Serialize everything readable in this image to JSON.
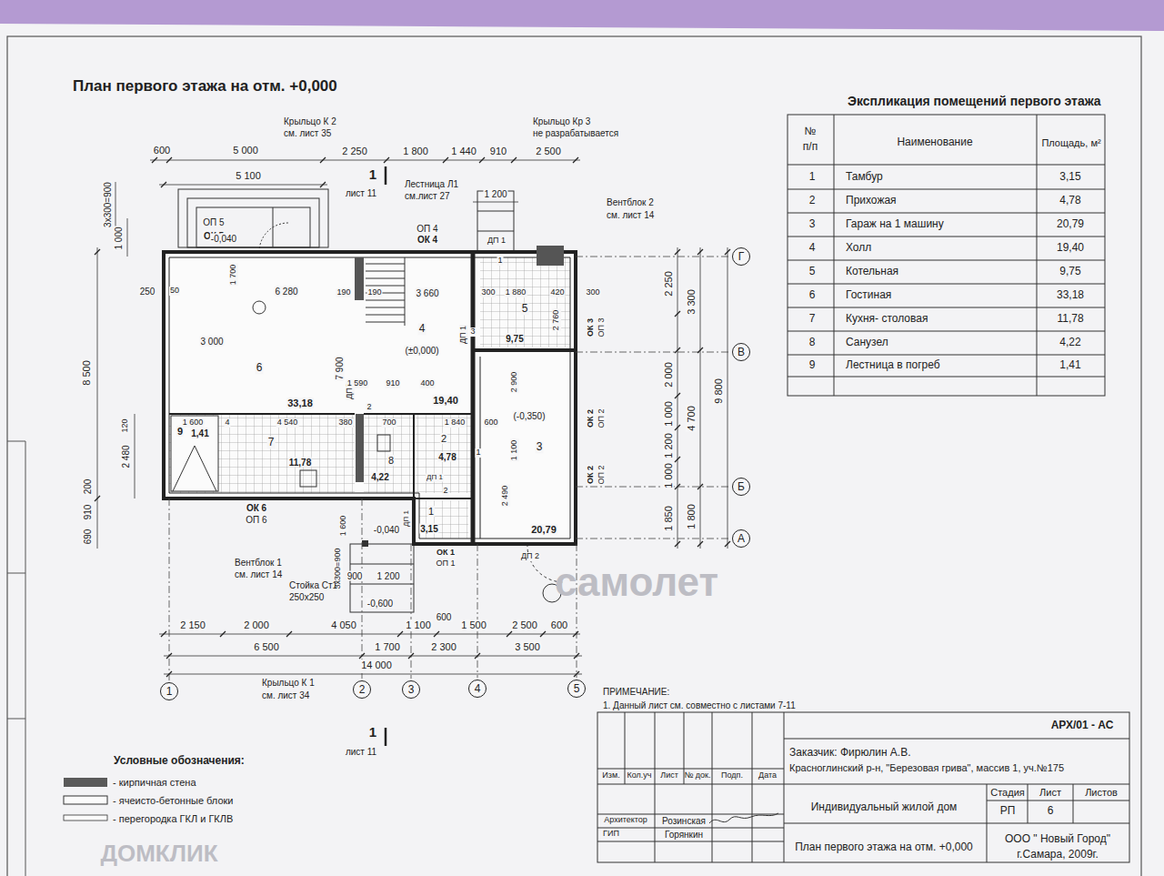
{
  "diagram": {
    "title": "План первого этажа на отм. +0,000",
    "nodes": [
      {
        "text": [
          "Г"
        ]
      },
      {
        "text": [
          "В"
        ]
      },
      {
        "text": [
          "Б"
        ]
      },
      {
        "text": [
          "А"
        ]
      },
      {
        "text": [
          "1"
        ]
      },
      {
        "text": [
          "2"
        ]
      },
      {
        "text": [
          "3"
        ]
      },
      {
        "text": [
          "4"
        ]
      },
      {
        "text": [
          "5"
        ]
      }
    ],
    "labels": [
      "Экспликация помещений первого этажа",
      "№",
      "п/п",
      "Наименование",
      "Площадь, м²",
      "1",
      "Тамбур",
      "3,15",
      "2",
      "Прихожая",
      "4,78",
      "3",
      "Гараж на 1 машину",
      "20,79",
      "4",
      "Холл",
      "19,40",
      "5",
      "Котельная",
      "9,75",
      "6",
      "Гостиная",
      "33,18",
      "7",
      "Кухня- столовая",
      "11,78",
      "8",
      "Санузел",
      "4,22",
      "9",
      "Лестница в погреб",
      "1,41",
      "Крыльцо К 2",
      "см. лист 35",
      "Крыльцо Кр 3",
      "не разрабатывается",
      "1",
      "лист 11",
      "Лестница Л1",
      "см.лист 27",
      "Вентблок 2",
      "см. лист 14",
      "600",
      "5 000",
      "2 250",
      "1 800",
      "1 440",
      "910",
      "2 500",
      "5 100",
      "1 200",
      "3x300=900",
      "1 000",
      "8 500",
      "2 480",
      "120",
      "200",
      "910",
      "690",
      "2 250",
      "3 300",
      "2 000",
      "1 000",
      "1 200",
      "1 000",
      "4 700",
      "9 800",
      "1 850",
      "1 800",
      "2 150",
      "2 000",
      "4 050",
      "1 100",
      "1 500",
      "2 500",
      "600",
      "6 500",
      "1 700",
      "2 300",
      "3 500",
      "14 000",
      "ОП 5",
      "ОК 5",
      "ОП 4",
      "ОК 4",
      "ДП 1",
      "ОК 3",
      "ОП 3",
      "ОК 2",
      "ОП 2",
      "ОК 2",
      "ОП 2",
      "ОК 6",
      "ОП 6",
      "ОК 1",
      "ОП 1",
      "ДП 2",
      "ДП3",
      "ДП 1",
      "ДП 1",
      "ДП 1",
      "6",
      "33,18",
      "4",
      "(±0,000)",
      "19,40",
      "5",
      "9,75",
      "3",
      "(-0,350)",
      "20,79",
      "7",
      "11,78",
      "9",
      "1,41",
      "8",
      "4,22",
      "2",
      "4,78",
      "1",
      "3,15",
      "-0,040",
      "-0,040",
      "-0,600",
      "1 700",
      "250",
      "50",
      "6 280",
      "190",
      "190",
      "3 660",
      "3 000",
      "7 900",
      "1 590",
      "910",
      "400",
      "1 600",
      "4 540",
      "380",
      "700",
      "1 840",
      "600",
      "2 900",
      "1 100",
      "2 490",
      "300",
      "1 880",
      "420",
      "300",
      "2 760",
      "1 600",
      "3x300=900",
      "900",
      "1 200",
      "600",
      "1",
      "3",
      "4",
      "2",
      "1",
      "2",
      "Вентблок 1",
      "см. лист 14",
      "Стойка Ст1",
      "250x250",
      "Крыльцо К 1",
      "см. лист 34",
      "1",
      "лист 11",
      "ПРИМЕЧАНИЕ:",
      "1. Данный лист см. совместно с листами 7-11",
      "Условные обозначения:",
      "АРХ/01 - АС",
      "Заказчик: Фирюлин А.В.",
      "Красноглинский р-н, \"Березовая грива\", массив 1, уч.№175",
      "Изм.",
      "Кол.уч",
      "Лист",
      "№ док.",
      "Подп.",
      "Дата",
      "Стадия",
      "Лист",
      "Листов",
      "РП",
      "6",
      "Индивидуальный жилой дом",
      "Архитектор",
      "Розинская",
      "ГИП",
      "Горянкин",
      "План первого этажа на отм. +0,000",
      "ООО \" Новый Город\"",
      "г.Самара, 2009г.",
      "самолет",
      "ДОМКЛИК"
    ],
    "legend": [
      {
        "text": "- кирпичная стена",
        "color": "#5a5a5a"
      },
      {
        "text": "- ячеисто-бетонные блоки"
      },
      {
        "text": "- перегородка ГКЛ и ГКЛВ"
      }
    ]
  }
}
